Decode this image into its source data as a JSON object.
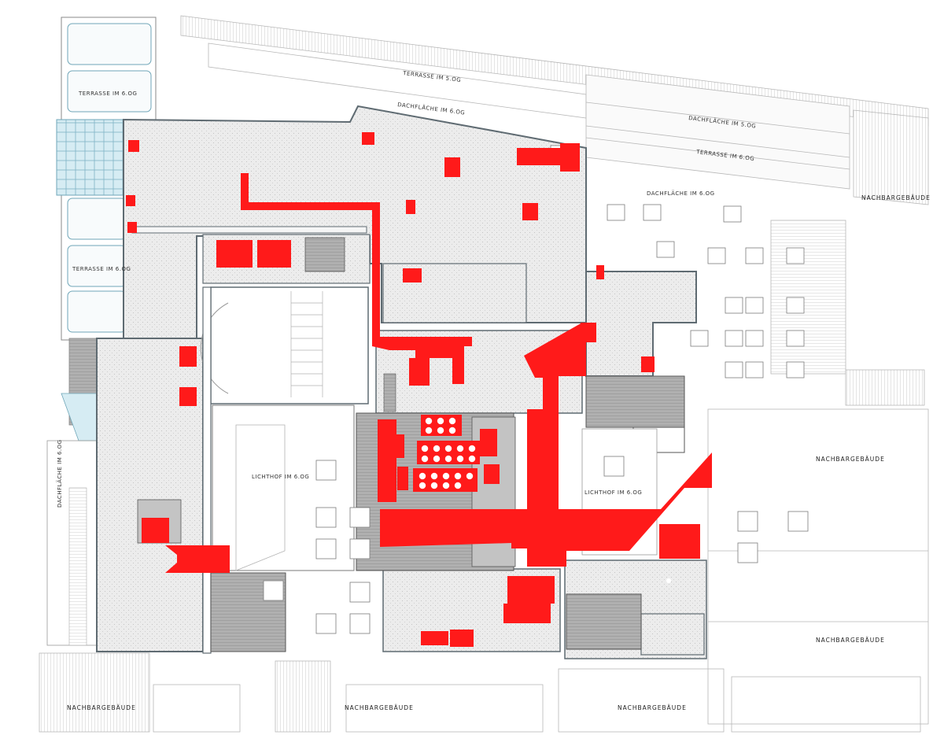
{
  "plan": {
    "labels": {
      "terrasse_5og": "TERRASSE IM 5.OG",
      "dachflaeche_6og_top": "DACHFLÄCHE IM 6.OG",
      "dachflaeche_5og": "DACHFLÄCHE IM 5.OG",
      "terrasse_6og_right": "TERRASSE IM 6.OG",
      "dachflaeche_6og_right": "DACHFLÄCHE IM 6.OG",
      "terrasse_6og_left_top": "TERRASSE IM 6.OG",
      "terrasse_6og_left_mid": "TERRASSE IM 6.OG",
      "dachflaeche_6og_left_vertical": "DACHFLÄCHE IM 6.OG",
      "lichthof_center": "LICHTHOF IM 6.OG",
      "lichthof_right": "LICHTHOF IM 6.OG",
      "nachbar_right_top": "NACHBARGEBÄUDE",
      "nachbar_right_mid": "NACHBARGEBÄUDE",
      "nachbar_right_low": "NACHBARGEBÄUDE",
      "nachbar_bottom_left": "NACHBARGEBÄUDE",
      "nachbar_bottom_center": "NACHBARGEBÄUDE",
      "nachbar_bottom_right": "NACHBARGEBÄUDE"
    },
    "colors": {
      "equipment": "#ff1a1a",
      "roof_fill": "#e9e9e9",
      "grey_block": "#a8a8a8",
      "glass": "#cfe9f1",
      "line": "#8a8a8a",
      "wall": "#5f6b72"
    }
  }
}
